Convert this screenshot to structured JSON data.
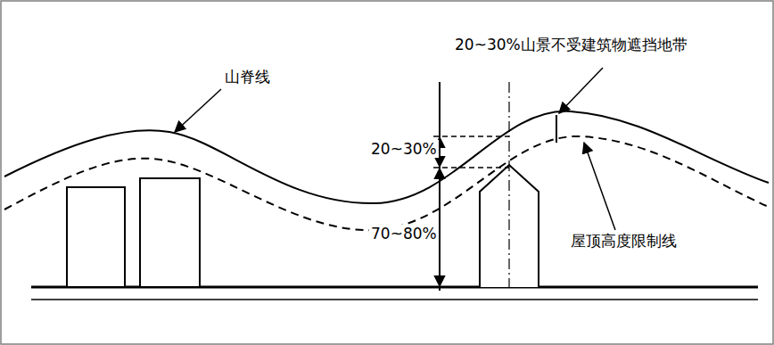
{
  "diagram": {
    "labels": [
      "山脊线",
      "20~30%山景不受建筑物遮挡地带",
      "20~30%",
      "70~80%",
      "屋顶高度限制线"
    ]
  }
}
